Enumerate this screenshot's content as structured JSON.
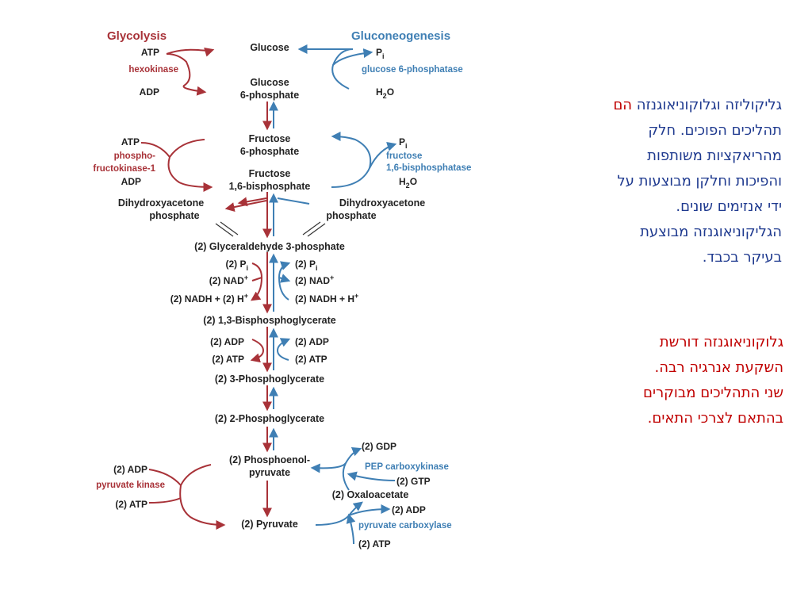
{
  "diagram": {
    "headers": {
      "glycolysis": "Glycolysis",
      "gluconeogenesis": "Gluconeogenesis"
    },
    "metabolites": {
      "glucose": "Glucose",
      "g6p_1": "Glucose",
      "g6p_2": "6-phosphate",
      "f6p_1": "Fructose",
      "f6p_2": "6-phosphate",
      "fbp_1": "Fructose",
      "fbp_2": "1,6-bisphosphate",
      "dhap_l1": "Dihydroxyacetone",
      "dhap_l2": "phosphate",
      "dhap_r1": "Dihydroxyacetone",
      "dhap_r2": "phosphate",
      "gap": "(2) Glyceraldehyde 3-phosphate",
      "bpg": "(2) 1,3-Bisphosphoglycerate",
      "pg3": "(2) 3-Phosphoglycerate",
      "pg2": "(2) 2-Phosphoglycerate",
      "pep_1": "(2) Phosphoenol-",
      "pep_2": "pyruvate",
      "oaa": "(2) Oxaloacetate",
      "pyruvate": "(2) Pyruvate"
    },
    "glycolysis": {
      "hk": {
        "enzyme": "hexokinase",
        "in": "ATP",
        "out": "ADP"
      },
      "pfk": {
        "enzyme_1": "phospho-",
        "enzyme_2": "fructokinase-1",
        "in": "ATP",
        "out": "ADP"
      },
      "gapdh": {
        "pi": "(2) P",
        "nad": "(2) NAD",
        "nadh": "(2) NADH + (2) H"
      },
      "pgk": {
        "in": "(2) ADP",
        "out": "(2) ATP"
      },
      "pk": {
        "enzyme": "pyruvate kinase",
        "in": "(2) ADP",
        "out": "(2) ATP"
      }
    },
    "gluconeogenesis": {
      "g6pase": {
        "enzyme": "glucose 6-phosphatase",
        "pi": "P",
        "h2o_1": "H",
        "h2o_2": "O"
      },
      "fbpase": {
        "enzyme_1": "fructose",
        "enzyme_2": "1,6-bisphosphatase",
        "pi": "P",
        "h2o_1": "H",
        "h2o_2": "O"
      },
      "gapdh": {
        "pi": "(2) P",
        "nad": "(2) NAD",
        "nadh": "(2) NADH + H"
      },
      "pgk": {
        "in": "(2) ADP",
        "out": "(2) ATP"
      },
      "pepck": {
        "enzyme": "PEP carboxykinase",
        "gdp": "(2) GDP",
        "gtp": "(2) GTP"
      },
      "pc": {
        "enzyme": "pyruvate carboxylase",
        "adp": "(2) ADP",
        "atp": "(2) ATP"
      }
    },
    "symbols": {
      "sub_i": "i",
      "sub_2": "2",
      "sup_plus": "+"
    }
  },
  "notes": {
    "p1_part1": "גליקוליזה ו",
    "p1_part2": "גלוקוניאוגנזה",
    "p1_part3": " הם",
    "p1_line2": "תהליכים הפוכים. חלק",
    "p1_line3": "מהריאקציות משותפות",
    "p1_line4": "והפיכות וחלקן מבוצעות על",
    "p1_line5": "ידי אנזימים שונים.",
    "p1_line6": "הגליקוניאוגנזה מבוצעת",
    "p1_line7": "בעיקר בכבד.",
    "p2_line1": "גלוקוניאוגנזה דורשת",
    "p2_line2": "השקעת אנרגיה רבה.",
    "p2_line3": "שני התהליכים מבוקרים",
    "p2_line4": "בהתאם לצרכי התאים."
  },
  "colors": {
    "glycolysis": "#a83238",
    "gluconeogenesis": "#3f7fb4",
    "note_red": "#c00000",
    "note_blue": "#1f3a8f"
  }
}
